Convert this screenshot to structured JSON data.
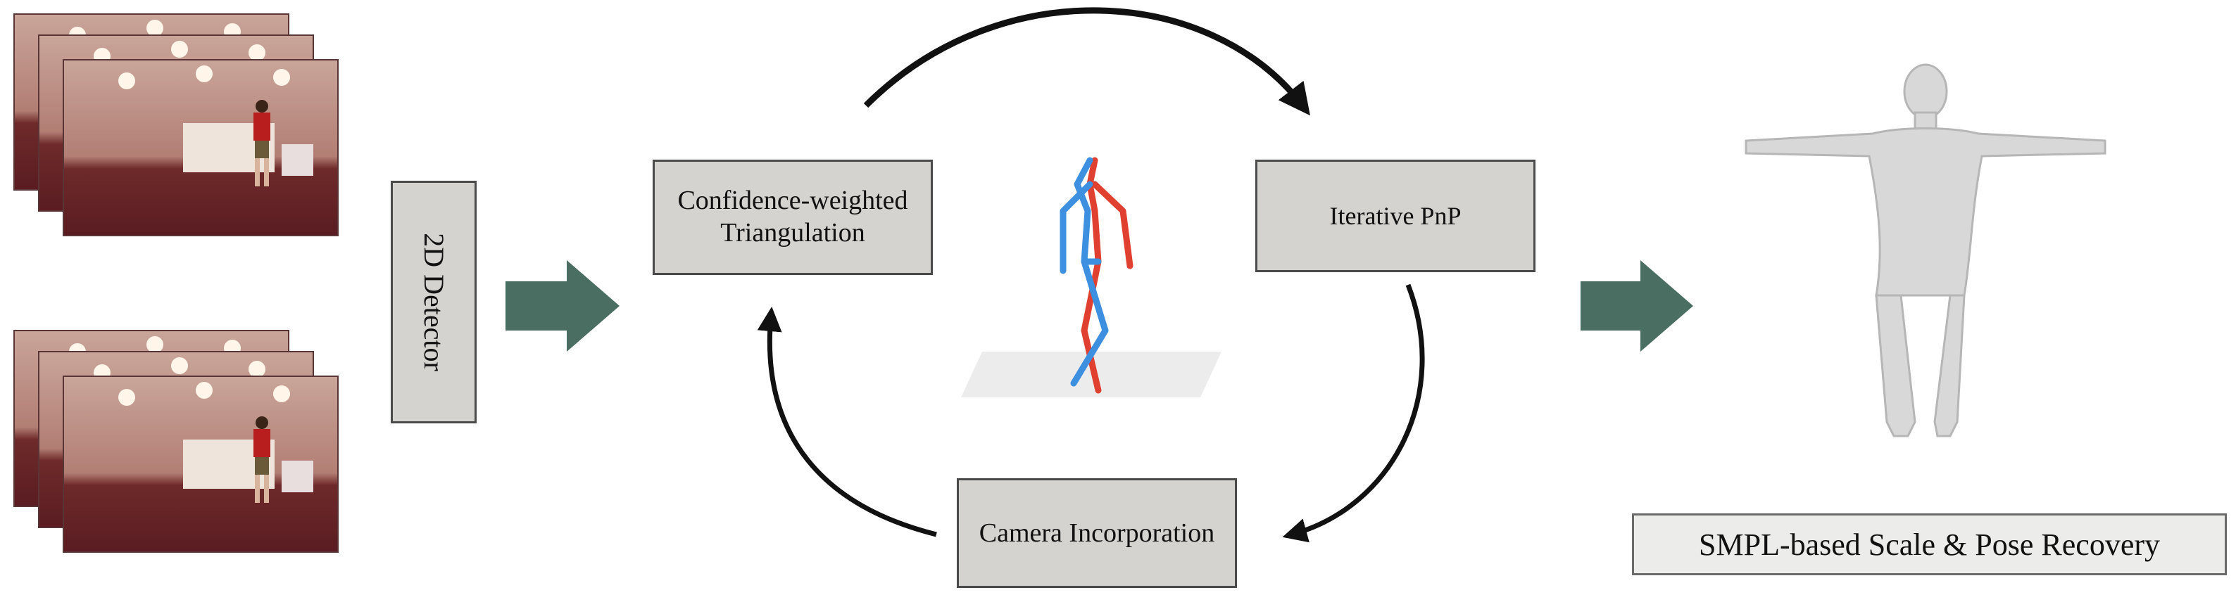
{
  "diagram": {
    "detector_label": "2D Detector",
    "triangulation_label_line1": "Confidence-weighted",
    "triangulation_label_line2": "Triangulation",
    "pnp_label": "Iterative PnP",
    "camera_label": "Camera Incorporation",
    "smpl_label": "SMPL-based Scale & Pose Recovery"
  },
  "colors": {
    "box_fill": "#d4d3d0",
    "arrow_green": "#4a6e62",
    "skeleton_left": "#3d8fe0",
    "skeleton_right": "#e0402f",
    "cycle_arrow": "#111111"
  }
}
